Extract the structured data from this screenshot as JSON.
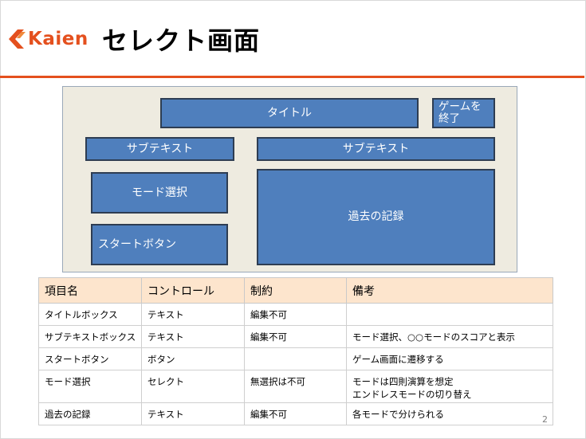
{
  "header": {
    "logo_text": "Kaien",
    "title": "セレクト画面"
  },
  "colors": {
    "accent": "#e4501e",
    "box_fill": "#4f7fbd",
    "canvas_bg": "#eeebe0",
    "table_header_bg": "#fde5cd"
  },
  "mockup": {
    "title_box": "タイトル",
    "quit_button": "ゲームを\n終了",
    "subtext_left": "サブテキスト",
    "subtext_right": "サブテキスト",
    "mode_select": "モード選択",
    "start_button": "スタートボタン",
    "history": "過去の記録"
  },
  "table": {
    "headers": [
      "項目名",
      "コントロール",
      "制約",
      "備考"
    ],
    "rows": [
      [
        "タイトルボックス",
        "テキスト",
        "編集不可",
        ""
      ],
      [
        "サブテキストボックス",
        "テキスト",
        "編集不可",
        "モード選択、○○モードのスコアと表示"
      ],
      [
        "スタートボタン",
        "ボタン",
        "",
        "ゲーム画面に遷移する"
      ],
      [
        "モード選択",
        "セレクト",
        "無選択は不可",
        "モードは四則演算を想定\nエンドレスモードの切り替え"
      ],
      [
        "過去の記録",
        "テキスト",
        "編集不可",
        "各モードで分けられる"
      ]
    ]
  },
  "page_number": "2"
}
